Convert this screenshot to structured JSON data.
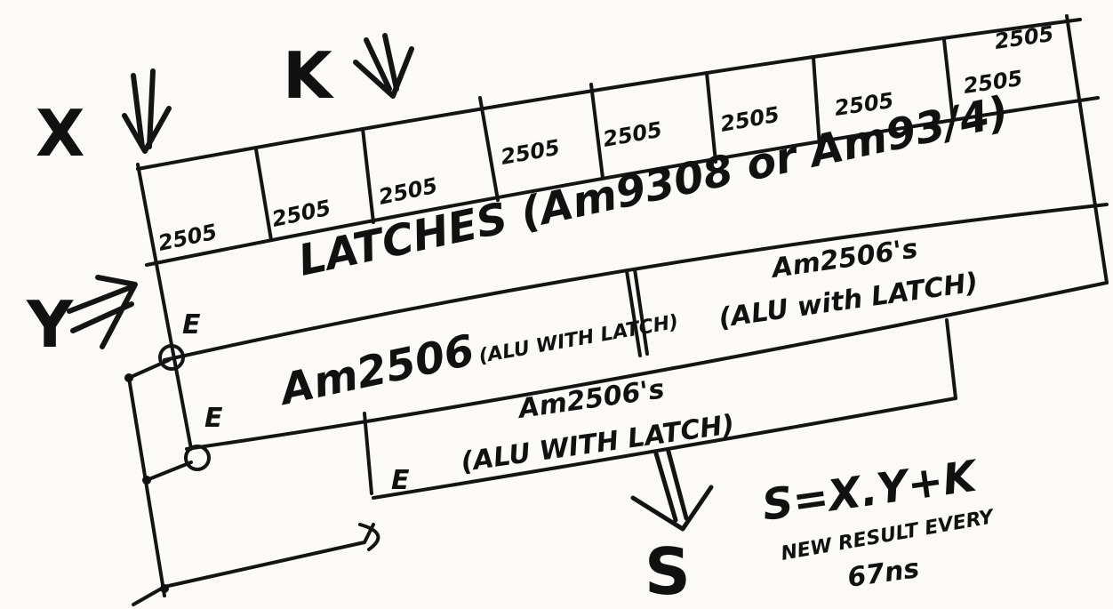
{
  "inputs": {
    "x": "X",
    "k": "K",
    "y": "Y",
    "s": "S"
  },
  "chip_row": {
    "cells": [
      "2505",
      "2505",
      "2505",
      "2505",
      "2505",
      "2505",
      "2505",
      "2505",
      "2505"
    ]
  },
  "latches": {
    "label": "LATCHES (Am9308 or Am93/4)",
    "enable": "E"
  },
  "alu_rows": [
    {
      "enable": "E",
      "left_label": "Am2506",
      "left_note": "(ALU WITH LATCH)",
      "right_label": "Am2506's",
      "right_note": "(ALU with LATCH)"
    },
    {
      "enable": "E",
      "label": "Am2506's",
      "note": "(ALU WITH LATCH)"
    }
  ],
  "equation": {
    "formula": "S=X.Y+K",
    "line1": "NEW RESULT EVERY",
    "line2": "67ns"
  }
}
